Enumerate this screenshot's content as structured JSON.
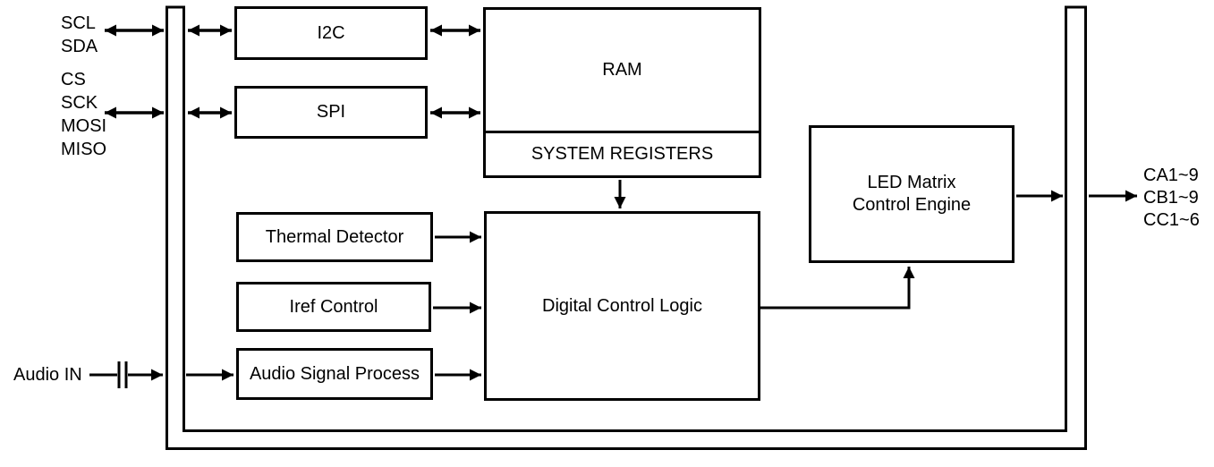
{
  "diagram": {
    "blocks": {
      "i2c": "I2C",
      "spi": "SPI",
      "ram": "RAM",
      "system_registers": "SYSTEM REGISTERS",
      "thermal_detector": "Thermal Detector",
      "iref_control": "Iref Control",
      "audio_signal_process": "Audio Signal Process",
      "digital_control_logic": "Digital Control Logic",
      "led_matrix_line1": "LED Matrix",
      "led_matrix_line2": "Control Engine"
    },
    "pins": {
      "scl": "SCL",
      "sda": "SDA",
      "cs": "CS",
      "sck": "SCK",
      "mosi": "MOSI",
      "miso": "MISO",
      "audio_in": "Audio IN",
      "ca": "CA1~9",
      "cb": "CB1~9",
      "cc": "CC1~6"
    },
    "colors": {
      "line": "#000000",
      "background": "#ffffff"
    }
  }
}
